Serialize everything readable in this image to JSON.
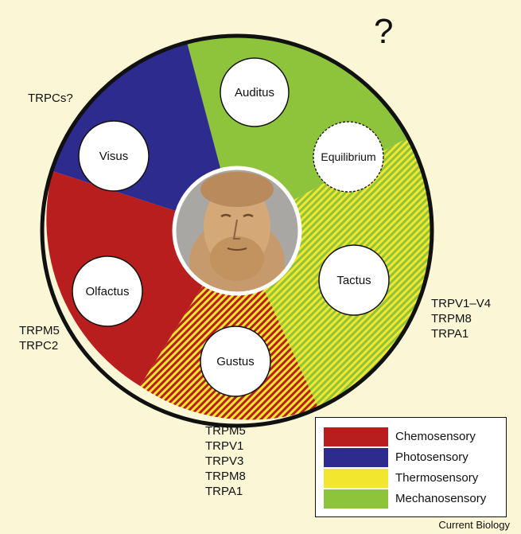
{
  "question_mark": "?",
  "colors": {
    "background": "#fbf7d6",
    "chemosensory": "#b81e1e",
    "photosensory": "#2e2b8e",
    "thermosensory": "#f2e62e",
    "mechanosensory": "#8ec43c"
  },
  "senses": {
    "auditus": "Auditus",
    "equilibrium": "Equilibrium",
    "visus": "Visus",
    "tactus": "Tactus",
    "olfactus": "Olfactus",
    "gustus": "Gustus"
  },
  "annotations": {
    "visus": "TRPCs?",
    "tactus": "TRPV1–V4\nTRPM8\nTRPA1",
    "olfactus": "TRPM5\nTRPC2",
    "gustus": "TRPM5\nTRPV1\nTRPV3\nTRPM8\nTRPA1"
  },
  "center_image": "bust-of-aristotle",
  "legend": [
    {
      "label": "Chemosensory",
      "color": "#b81e1e"
    },
    {
      "label": "Photosensory",
      "color": "#2e2b8e"
    },
    {
      "label": "Thermosensory",
      "color": "#f2e62e"
    },
    {
      "label": "Mechanosensory",
      "color": "#8ec43c"
    }
  ],
  "credit": "Current Biology"
}
